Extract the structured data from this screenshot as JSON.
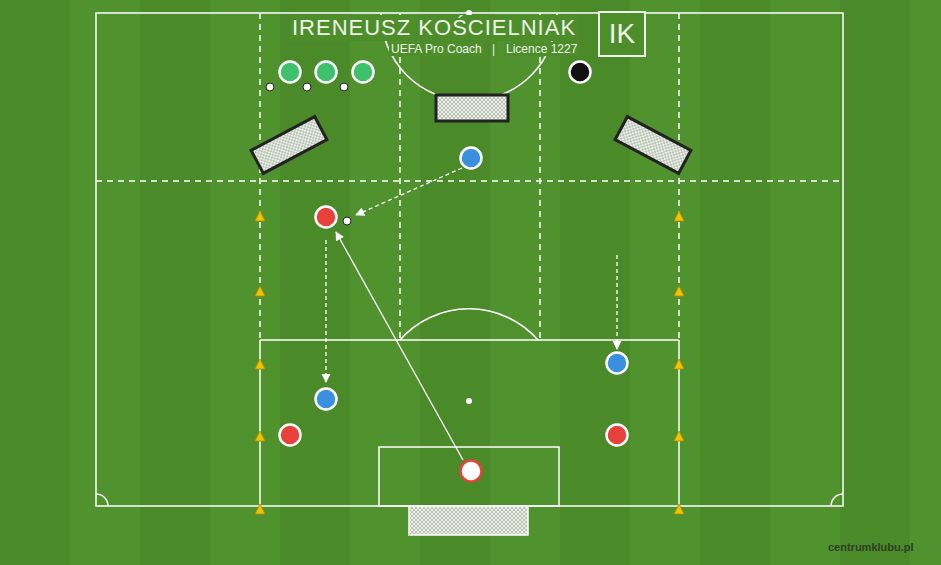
{
  "diagram": {
    "title": "IRENEUSZ KOŚCIELNIAK",
    "nodes": [
      {
        "text": [
          "IK"
        ]
      }
    ],
    "labels": [
      "UEFA Pro Coach",
      "|",
      "Licence 1227",
      "centrumklubu.pl"
    ]
  }
}
